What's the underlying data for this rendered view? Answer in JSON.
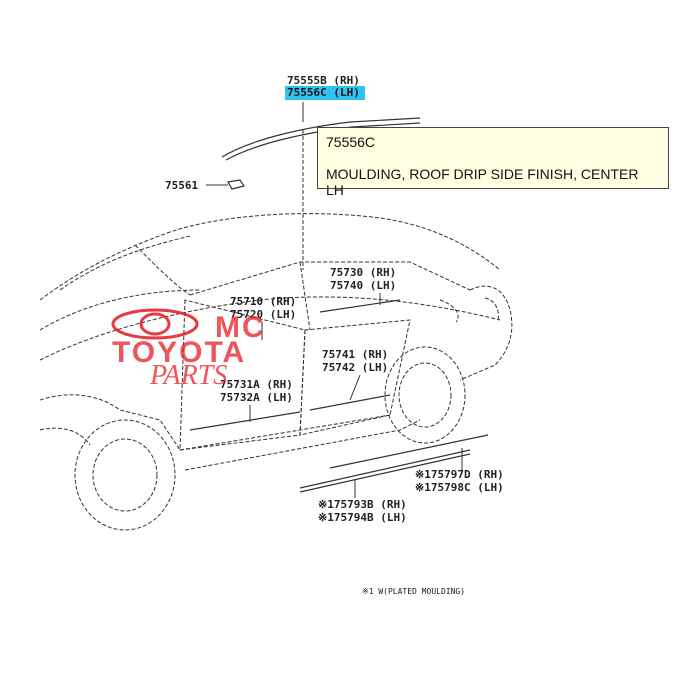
{
  "diagram": {
    "labels": {
      "top_partial": "75555B (RH)",
      "selected": "75556C (LH)",
      "l75561": "75561",
      "l75730": "75730 (RH)",
      "l75740": "75740 (LH)",
      "l75710": "75710 (RH)",
      "l75720": "75720 (LH)",
      "l75741": "75741 (RH)",
      "l75742": "75742 (LH)",
      "l75731a": "75731A (RH)",
      "l75732a": "75732A (LH)",
      "l75797d": "※175797D (RH)",
      "l75798c": "※175798C (LH)",
      "l75793b": "※175793B (RH)",
      "l75794b": "※175794B (LH)",
      "footnote": "※1 W(PLATED MOULDING)"
    },
    "tooltip": {
      "code": "75556C",
      "description": "MOULDING, ROOF DRIP SIDE FINISH, CENTER LH"
    },
    "watermark": {
      "mc": "MC",
      "brand": "TOYOTA",
      "parts": "PARTS"
    },
    "colors": {
      "highlight": "#2ec4ef",
      "watermark": "#e8232a",
      "tooltip_bg": "#ffffe1"
    }
  }
}
